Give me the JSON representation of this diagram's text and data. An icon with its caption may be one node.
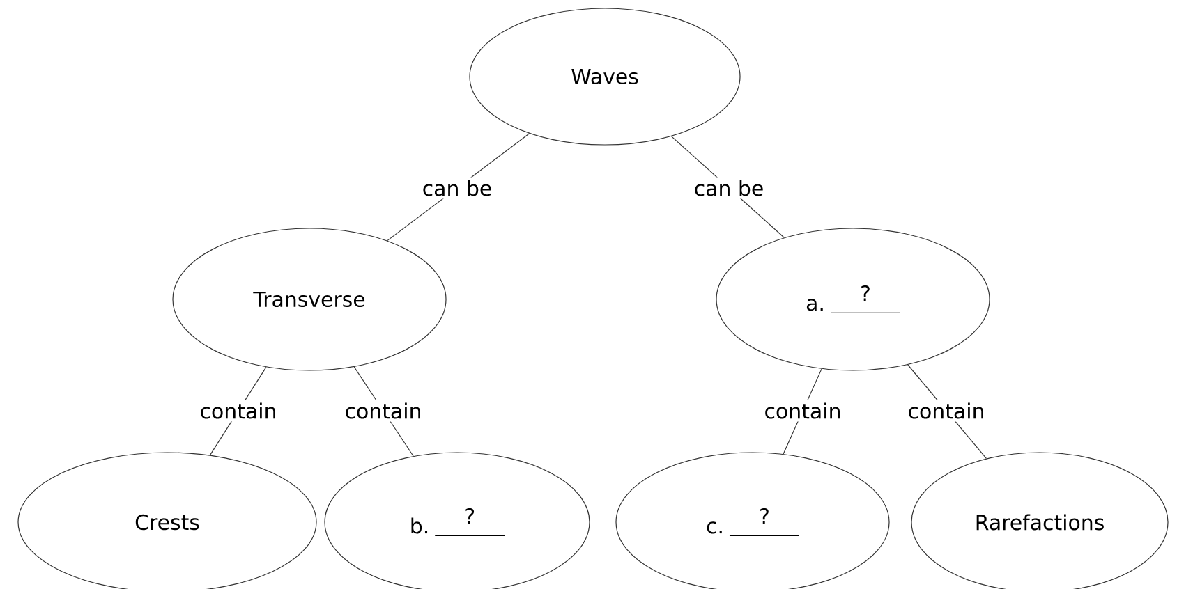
{
  "diagram": {
    "nodes": [
      {
        "text": [
          "Waves"
        ]
      },
      {
        "text": [
          "Transverse"
        ]
      },
      {
        "text": [
          "a.",
          "?"
        ]
      },
      {
        "text": [
          "Crests"
        ]
      },
      {
        "text": [
          "b.",
          "?"
        ]
      },
      {
        "text": [
          "c.",
          "?"
        ]
      },
      {
        "text": [
          "Rarefactions"
        ]
      }
    ],
    "edges": [
      {
        "from": 0,
        "to": 1,
        "arrow": "none",
        "label": "can be"
      },
      {
        "from": 0,
        "to": 2,
        "arrow": "none",
        "label": "can be"
      },
      {
        "from": 1,
        "to": 3,
        "arrow": "none",
        "label": "contain"
      },
      {
        "from": 1,
        "to": 4,
        "arrow": "none",
        "label": "contain"
      },
      {
        "from": 2,
        "to": 5,
        "arrow": "none",
        "label": "contain"
      },
      {
        "from": 2,
        "to": 6,
        "arrow": "none",
        "label": "contain"
      }
    ]
  }
}
